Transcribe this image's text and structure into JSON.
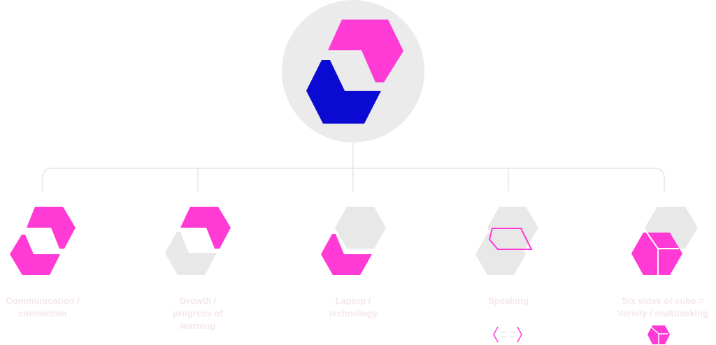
{
  "colors": {
    "pink": "#ff3ad5",
    "blue": "#0a0ad2",
    "grey": "#e8e8e8",
    "circle": "#ebebeb",
    "connector": "#e6e6e6",
    "caption": "#f4e6ee"
  },
  "logo": {
    "name": "hexagon-logo-icon"
  },
  "nodes": [
    {
      "id": "communication",
      "icon": "communication-icon",
      "caption_lines": [
        "Communication /",
        "connection"
      ]
    },
    {
      "id": "growth",
      "icon": "growth-icon",
      "caption_lines": [
        "Growth /",
        "progress of",
        "learning"
      ]
    },
    {
      "id": "laptop",
      "icon": "laptop-icon",
      "caption_lines": [
        "Laptop /",
        "technology"
      ]
    },
    {
      "id": "speaking",
      "icon": "speaking-icon",
      "caption_lines": [
        "Speaking"
      ]
    },
    {
      "id": "cube",
      "icon": "cube-icon",
      "caption_lines": [
        "Six sides of cube =",
        "Variety / multitasking"
      ]
    }
  ]
}
